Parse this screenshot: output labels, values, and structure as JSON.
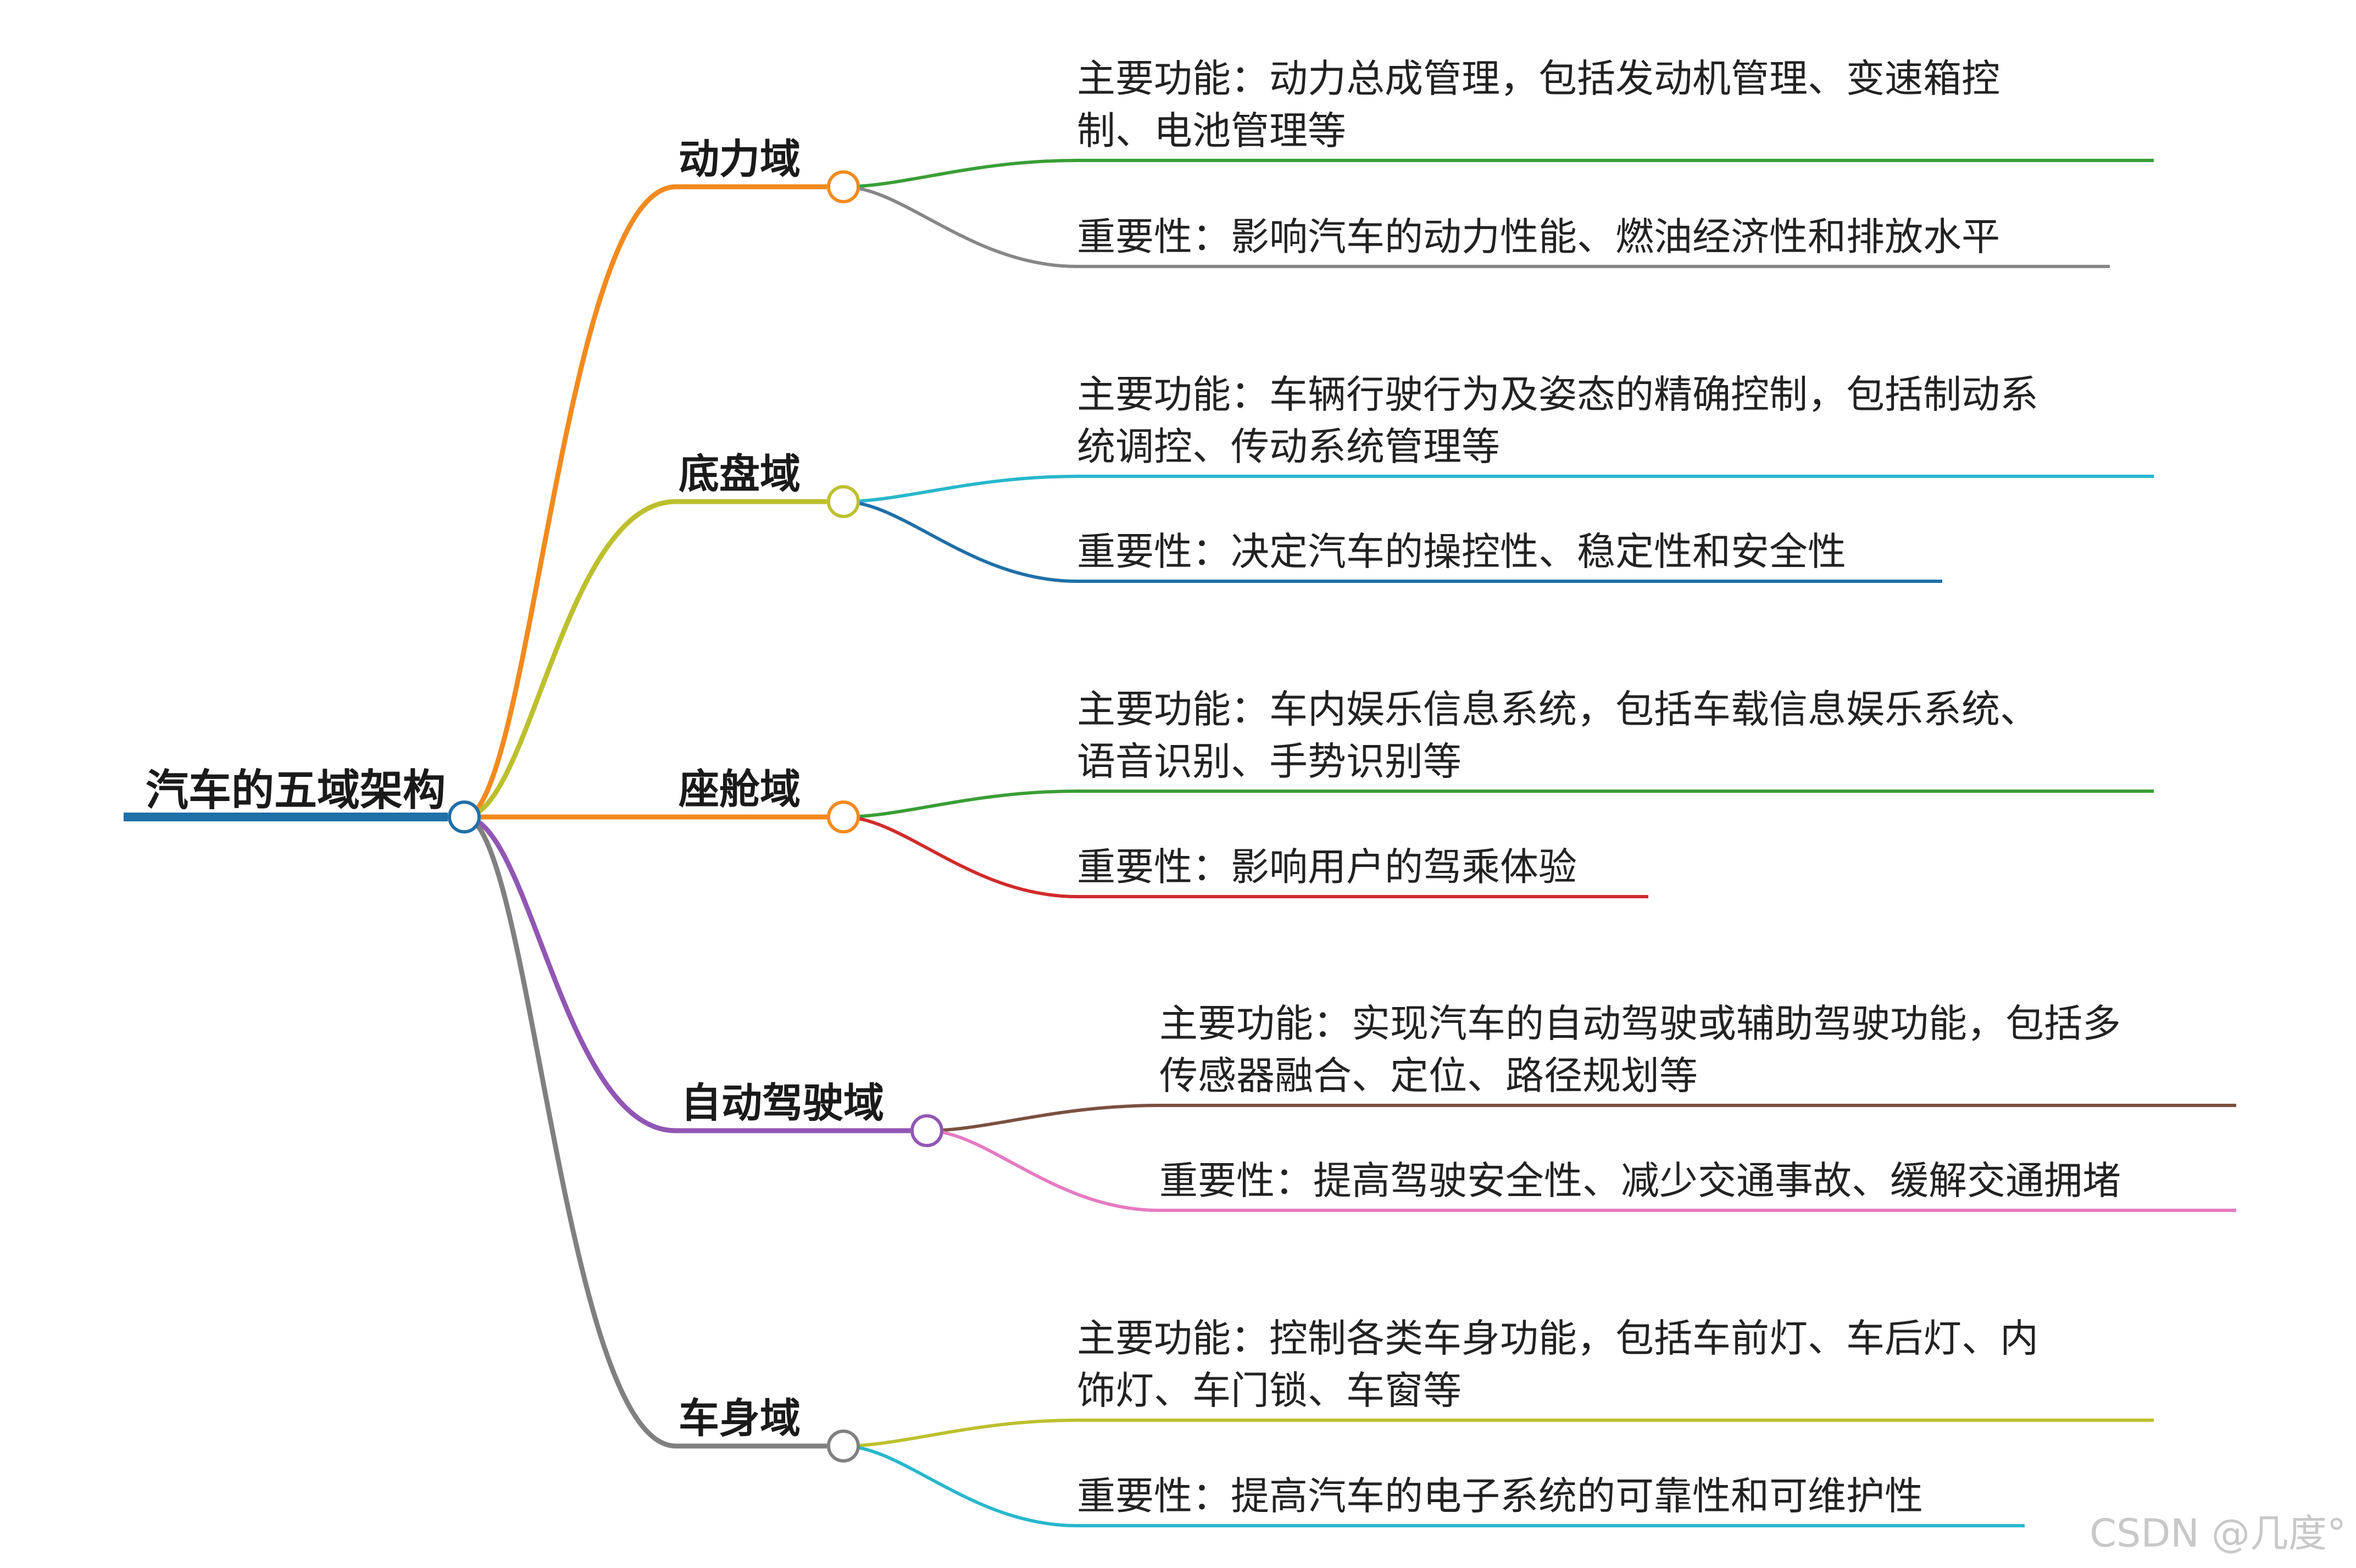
{
  "root": {
    "label": "汽车的五域架构",
    "color": "#1f6fa8"
  },
  "branches": [
    {
      "label": "动力域",
      "color": "#f28a1e",
      "children": [
        {
          "lines": [
            "主要功能：动力总成管理，包括发动机管理、变速箱控",
            "制、电池管理等"
          ],
          "color": "#3a9e36"
        },
        {
          "lines": [
            "重要性：影响汽车的动力性能、燃油经济性和排放水平"
          ],
          "color": "#878787"
        }
      ]
    },
    {
      "label": "底盘域",
      "color": "#bcc02e",
      "children": [
        {
          "lines": [
            "主要功能：车辆行驶行为及姿态的精确控制，包括制动系",
            "统调控、传动系统管理等"
          ],
          "color": "#28b7cc"
        },
        {
          "lines": [
            "重要性：决定汽车的操控性、稳定性和安全性"
          ],
          "color": "#1f6fa8"
        }
      ]
    },
    {
      "label": "座舱域",
      "color": "#f28a1e",
      "children": [
        {
          "lines": [
            "主要功能：车内娱乐信息系统，包括车载信息娱乐系统、",
            "语音识别、手势识别等"
          ],
          "color": "#3a9e36"
        },
        {
          "lines": [
            "重要性：影响用户的驾乘体验"
          ],
          "color": "#d12b2b"
        }
      ]
    },
    {
      "label": "自动驾驶域",
      "color": "#9156b4",
      "children": [
        {
          "lines": [
            "主要功能：实现汽车的自动驾驶或辅助驾驶功能，包括多",
            "传感器融合、定位、路径规划等"
          ],
          "color": "#7a5040"
        },
        {
          "lines": [
            "重要性：提高驾驶安全性、减少交通事故、缓解交通拥堵"
          ],
          "color": "#e67ac2"
        }
      ]
    },
    {
      "label": "车身域",
      "color": "#808080",
      "children": [
        {
          "lines": [
            "主要功能：控制各类车身功能，包括车前灯、车后灯、内",
            "饰灯、车门锁、车窗等"
          ],
          "color": "#bcc02e"
        },
        {
          "lines": [
            "重要性：提高汽车的电子系统的可靠性和可维护性"
          ],
          "color": "#28b7cc"
        }
      ]
    }
  ],
  "watermark": "CSDN @几度°"
}
